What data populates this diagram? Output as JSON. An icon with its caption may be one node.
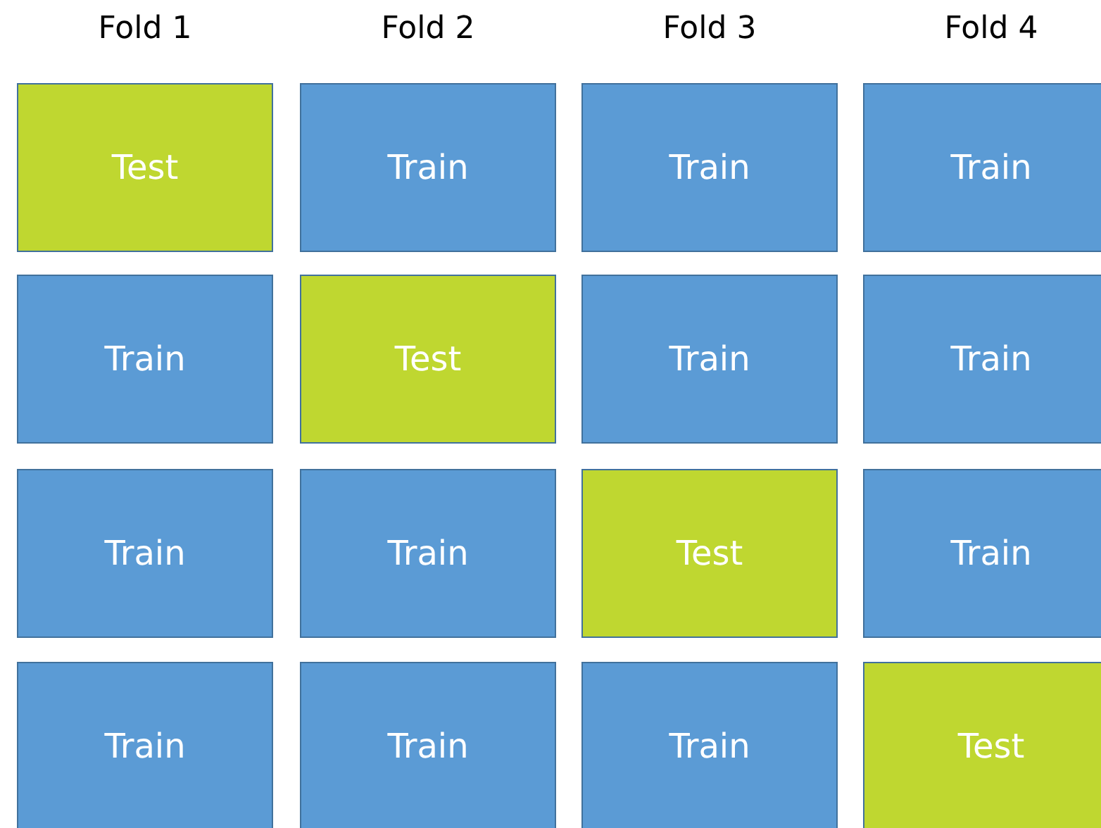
{
  "diagram": {
    "nodes": [
      {
        "text": [
          "Test"
        ]
      },
      {
        "text": [
          "Train"
        ]
      },
      {
        "text": [
          "Train"
        ]
      },
      {
        "text": [
          "Train"
        ]
      },
      {
        "text": [
          "Train"
        ]
      },
      {
        "text": [
          "Test"
        ]
      },
      {
        "text": [
          "Train"
        ]
      },
      {
        "text": [
          "Train"
        ]
      },
      {
        "text": [
          "Train"
        ]
      },
      {
        "text": [
          "Train"
        ]
      },
      {
        "text": [
          "Test"
        ]
      },
      {
        "text": [
          "Train"
        ]
      },
      {
        "text": [
          "Train"
        ]
      },
      {
        "text": [
          "Train"
        ]
      },
      {
        "text": [
          "Train"
        ]
      },
      {
        "text": [
          "Test"
        ]
      }
    ],
    "edges": [],
    "labels": [
      "Fold 1",
      "Fold 2",
      "Fold 3",
      "Fold 4"
    ]
  }
}
